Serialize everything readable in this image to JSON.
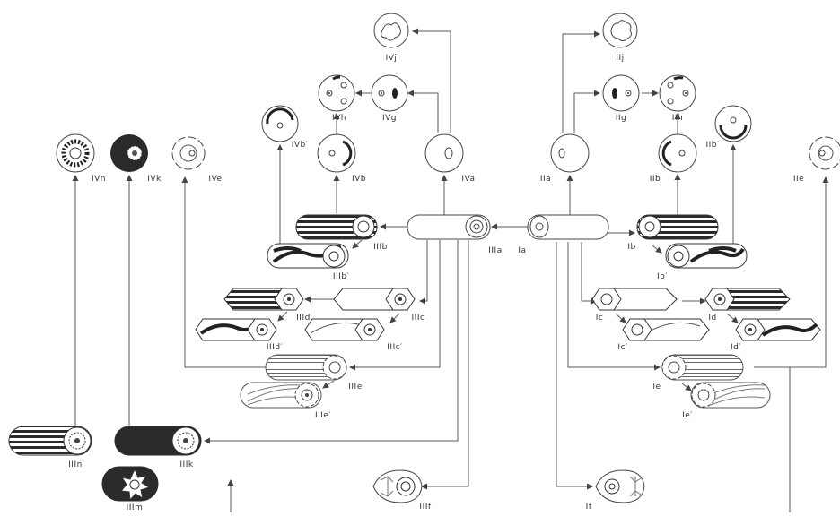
{
  "labels": {
    "Ia": "Ia",
    "Ib": "Ib",
    "Ib_p": "Ib′",
    "Ic": "Ic",
    "Ic_p": "Ic′",
    "Id": "Id",
    "Id_p": "Id′",
    "Ie": "Ie",
    "Ie_p": "Ie′",
    "If": "If",
    "IIa": "IIa",
    "IIb": "IIb",
    "IIb_p": "IIb′",
    "IIe": "IIe",
    "IIg": "IIg",
    "IIh": "IIh",
    "IIj": "IIj",
    "IIIa": "IIIa",
    "IIIb": "IIIb",
    "IIIb_p": "IIIb′",
    "IIIc": "IIIc",
    "IIIc_p": "IIIc′",
    "IIId": "IIId",
    "IIId_p": "IIId′",
    "IIIe": "IIIe",
    "IIIe_p": "IIIe′",
    "IIIf": "IIIf",
    "IIIk": "IIIk",
    "IIIm": "IIIm",
    "IIIn": "IIIn",
    "IVa": "IVa",
    "IVb": "IVb",
    "IVb_p": "IVb′",
    "IVe": "IVe",
    "IVg": "IVg",
    "IVh": "IVh",
    "IVj": "IVj",
    "IVk": "IVk",
    "IVn": "IVn"
  },
  "colors": {
    "line": "#5a5a5a",
    "shape": "#444444",
    "dark": "#2a2a2a",
    "background": "#ffffff"
  }
}
